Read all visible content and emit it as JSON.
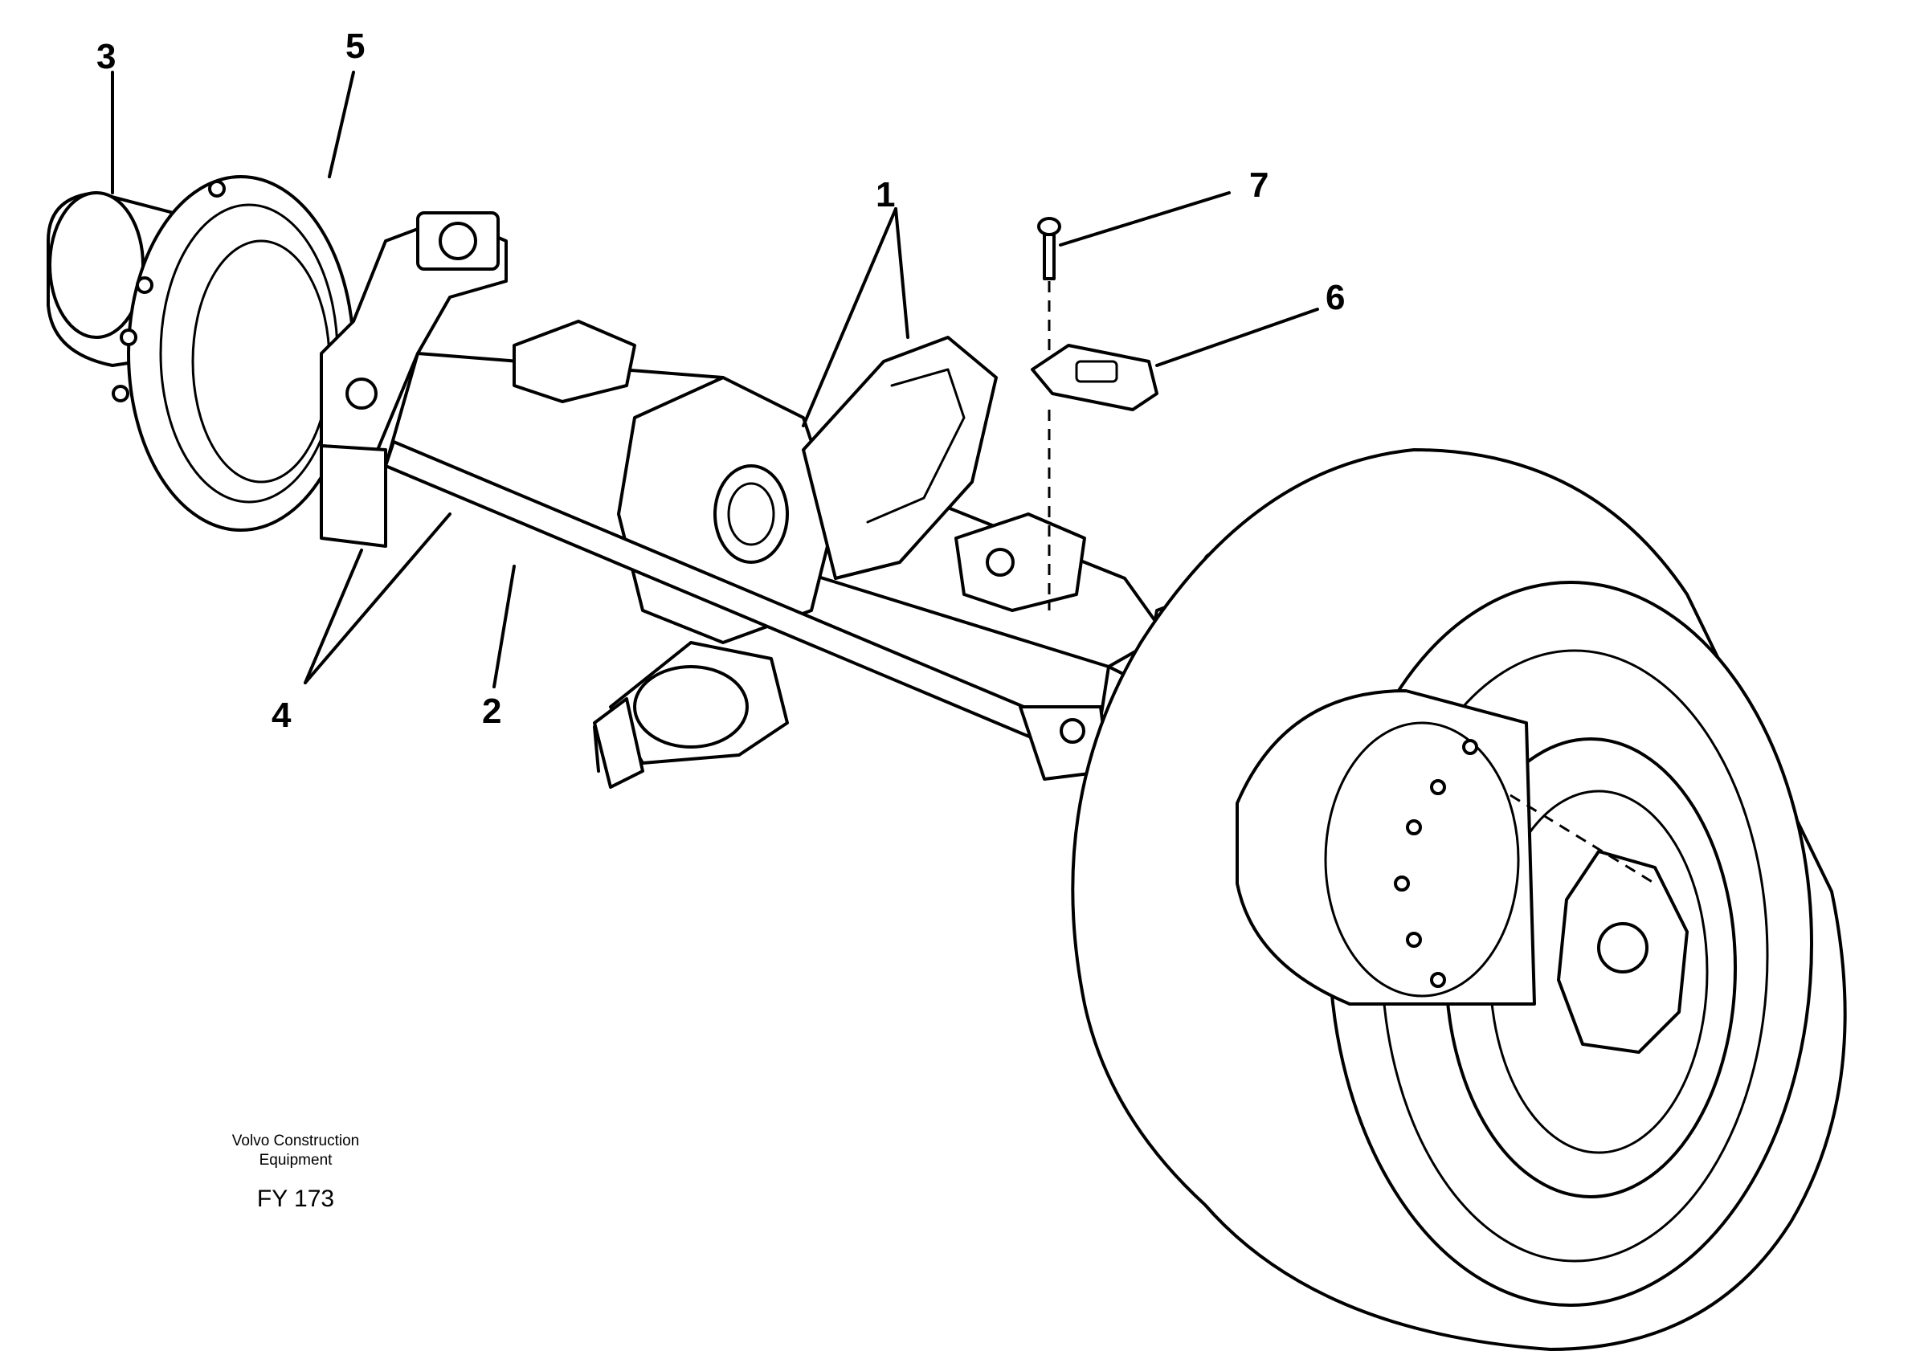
{
  "callouts": {
    "c1": "1",
    "c2": "2",
    "c3": "3",
    "c4": "4",
    "c5": "5",
    "c6": "6",
    "c7": "7"
  },
  "caption": {
    "line1": "Volvo Construction",
    "line2": "Equipment",
    "code": "FY 173"
  }
}
